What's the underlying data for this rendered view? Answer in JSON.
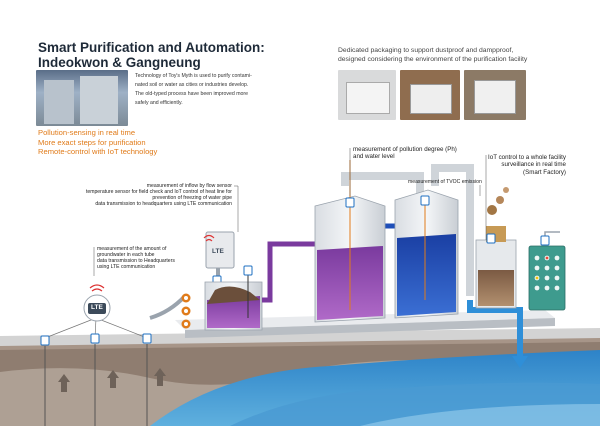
{
  "title": {
    "line1": "Smart Purification and Automation:",
    "line2": "Indeokwon & Gangneung"
  },
  "intro": {
    "line1": "Technology of Toy's Myth is used to purify contami-",
    "line2": "nated soil or water as cities or industries develop.",
    "line3": "The old-typed process have been  improved more",
    "line4": "safely and efficiently."
  },
  "highlights": [
    "Pollution-sensing in real time",
    "More exact steps for purification",
    "Remote-control with IoT technology"
  ],
  "packaging": {
    "line1": "Dedicated packaging to support dustproof and dampproof,",
    "line2": "designed considering the environment of the purification facility"
  },
  "device_tags": {
    "lte_box": "LTE",
    "lte_bubble": "LTE"
  },
  "annotations": {
    "inflow": {
      "line1": "measurement of inflow by flow sensor",
      "line2": "temperature sensor for field check and IoT control of heat line for",
      "line3": "prevention of freezing of water pipe",
      "line4": "data transmission to headquarters using LTE communication"
    },
    "groundwater": {
      "line1": "measurement of the amount of",
      "line2": "groundwater in each tube",
      "line3": "data transmission to Headquarters",
      "line4": "using LTE communication"
    },
    "pollution": {
      "line1": "measurement of pollution degree (Ph)",
      "line2": "and water level"
    },
    "iot": {
      "line1": "IoT control to a whole facility",
      "line2": "surveillance in real time",
      "line3": "(Smart Factory)"
    },
    "tvoc": "measurement of TVOC emission"
  },
  "colors": {
    "title": "#1e2a38",
    "accent_orange": "#e07b1a",
    "purple_water": "#8a3fa6",
    "blue_water": "#1f4fb8",
    "ground_brown": "#8a7a6e",
    "sea_blue": "#2f7fc4",
    "sensor_blue": "#1e6fc2"
  }
}
